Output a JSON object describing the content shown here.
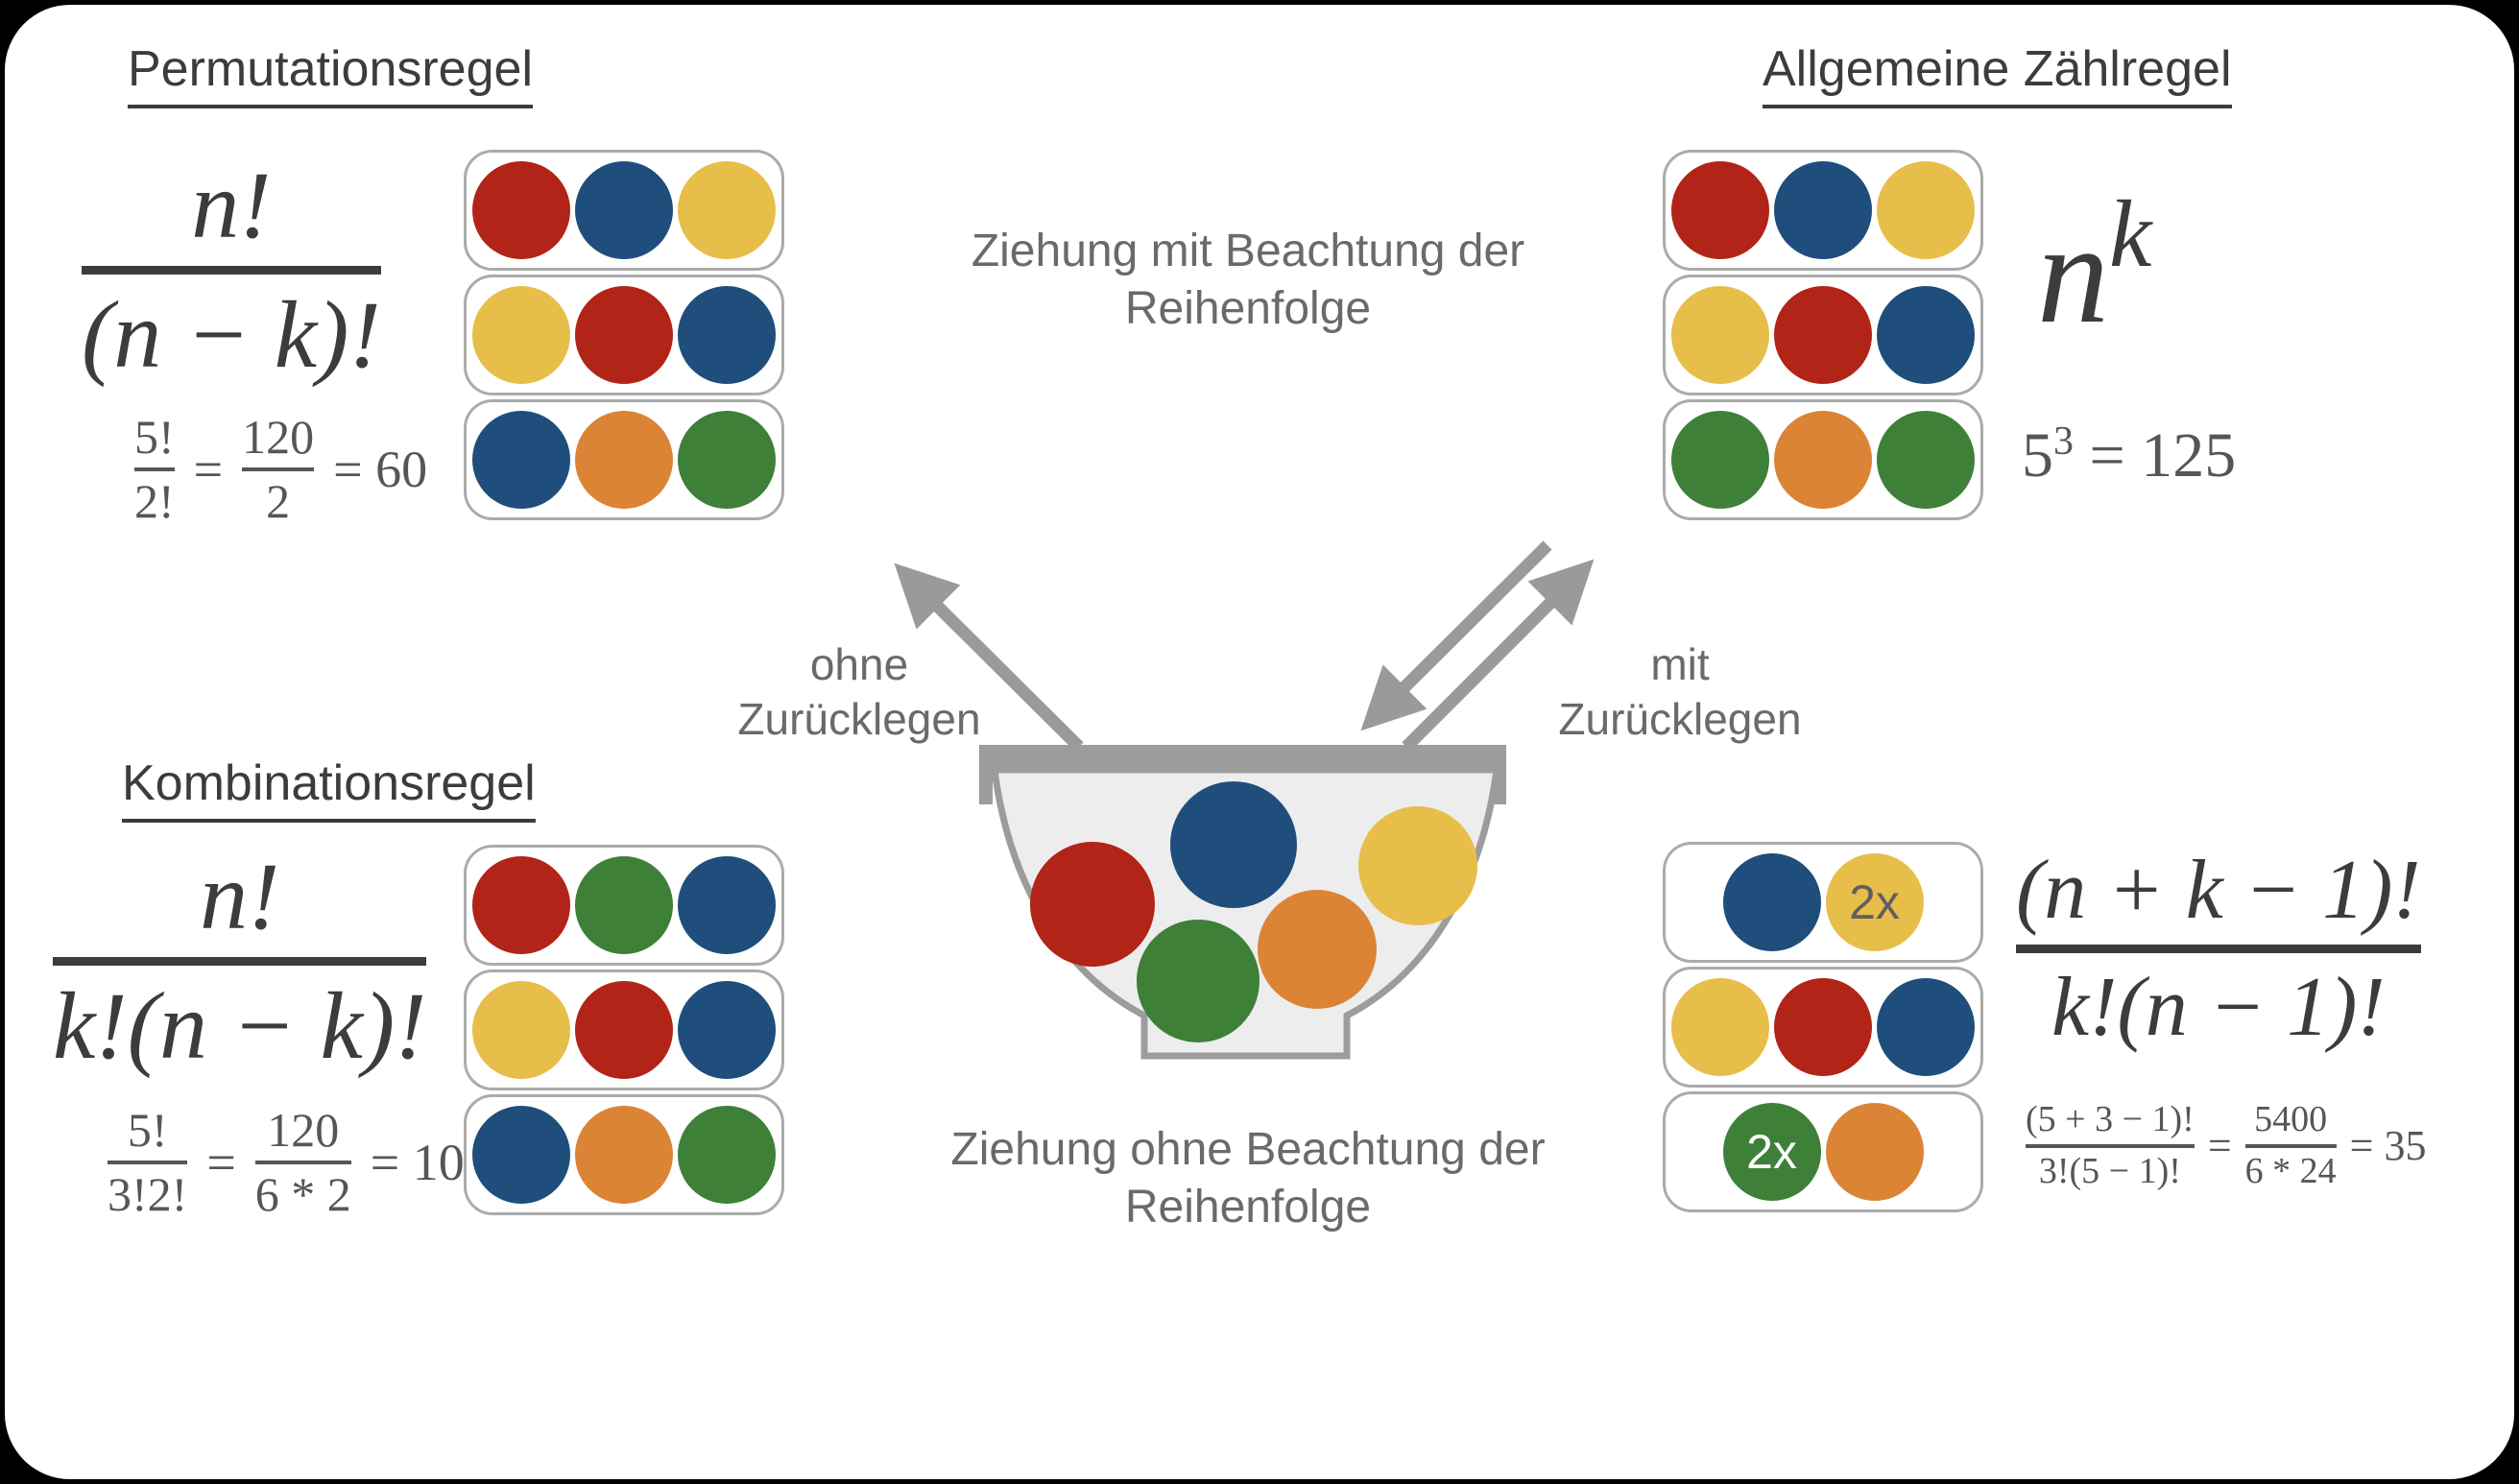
{
  "palette": {
    "red": "#B22318",
    "blue": "#1F4E7C",
    "yellow": "#E7BE49",
    "green": "#3E8038",
    "orange": "#DC8435",
    "text_dark": "#3C3C3C",
    "text_math_gray": "#565656",
    "text_caption_gray": "#6A6A6A",
    "arrow_gray": "#9A9A9A",
    "bowl_fill": "#EDEDED",
    "bowl_stroke": "#9C9C9C",
    "box_border": "#ABABAB"
  },
  "quadrants": {
    "permutation": {
      "title": "Permutationsregel",
      "formula_numerator": "n!",
      "formula_denominator": "(n − k)!",
      "example": {
        "frac1_num": "5!",
        "frac1_den": "2!",
        "equals1": "=",
        "frac2_num": "120",
        "frac2_den": "2",
        "result": "= 60"
      },
      "boxes": [
        [
          {
            "color": "red"
          },
          {
            "color": "blue"
          },
          {
            "color": "yellow"
          }
        ],
        [
          {
            "color": "yellow"
          },
          {
            "color": "red"
          },
          {
            "color": "blue"
          }
        ],
        [
          {
            "color": "blue"
          },
          {
            "color": "orange"
          },
          {
            "color": "green"
          }
        ]
      ]
    },
    "counting": {
      "title": "Allgemeine Zählregel",
      "formula_base": "n",
      "formula_exponent": "k",
      "example": {
        "base": "5",
        "exponent": "3",
        "rest": " = 125"
      },
      "boxes": [
        [
          {
            "color": "red"
          },
          {
            "color": "blue"
          },
          {
            "color": "yellow"
          }
        ],
        [
          {
            "color": "yellow"
          },
          {
            "color": "red"
          },
          {
            "color": "blue"
          }
        ],
        [
          {
            "color": "green"
          },
          {
            "color": "orange"
          },
          {
            "color": "green"
          }
        ]
      ]
    },
    "combination": {
      "title": "Kombinationsregel",
      "formula_numerator": "n!",
      "formula_denominator": "k!(n − k)!",
      "example": {
        "frac1_num": "5!",
        "frac1_den": "3!2!",
        "equals1": "=",
        "frac2_num": "120",
        "frac2_den": "6 * 2",
        "result": "= 10"
      },
      "boxes": [
        [
          {
            "color": "red"
          },
          {
            "color": "green"
          },
          {
            "color": "blue"
          }
        ],
        [
          {
            "color": "yellow"
          },
          {
            "color": "red"
          },
          {
            "color": "blue"
          }
        ],
        [
          {
            "color": "blue"
          },
          {
            "color": "orange"
          },
          {
            "color": "green"
          }
        ]
      ]
    },
    "variation": {
      "formula_numerator": "(n + k − 1)!",
      "formula_denominator": "k!(n − 1)!",
      "example": {
        "frac1_num": "(5 + 3 − 1)!",
        "frac1_den": "3!(5 − 1)!",
        "equals1": "=",
        "frac2_num": "5400",
        "frac2_den": "6 * 24",
        "result": "= 35"
      },
      "boxes": [
        [
          {
            "color": "blue"
          },
          {
            "color": "yellow",
            "label": "2x",
            "label_color": "#5F5F5F"
          }
        ],
        [
          {
            "color": "yellow"
          },
          {
            "color": "red"
          },
          {
            "color": "blue"
          }
        ],
        [
          {
            "color": "green",
            "label": "2x",
            "label_color": "#FFFFFF"
          },
          {
            "color": "orange"
          }
        ]
      ]
    }
  },
  "center": {
    "caption_top_line1": "Ziehung mit Beachtung der",
    "caption_top_line2": "Reihenfolge",
    "caption_bottom_line1": "Ziehung ohne Beachtung der",
    "caption_bottom_line2": "Reihenfolge",
    "label_left_line1": "ohne",
    "label_left_line2": "Zurücklegen",
    "label_right_line1": "mit",
    "label_right_line2": "Zurücklegen",
    "bowl_balls": [
      {
        "color": "red"
      },
      {
        "color": "blue"
      },
      {
        "color": "yellow"
      },
      {
        "color": "green"
      },
      {
        "color": "orange"
      }
    ]
  }
}
